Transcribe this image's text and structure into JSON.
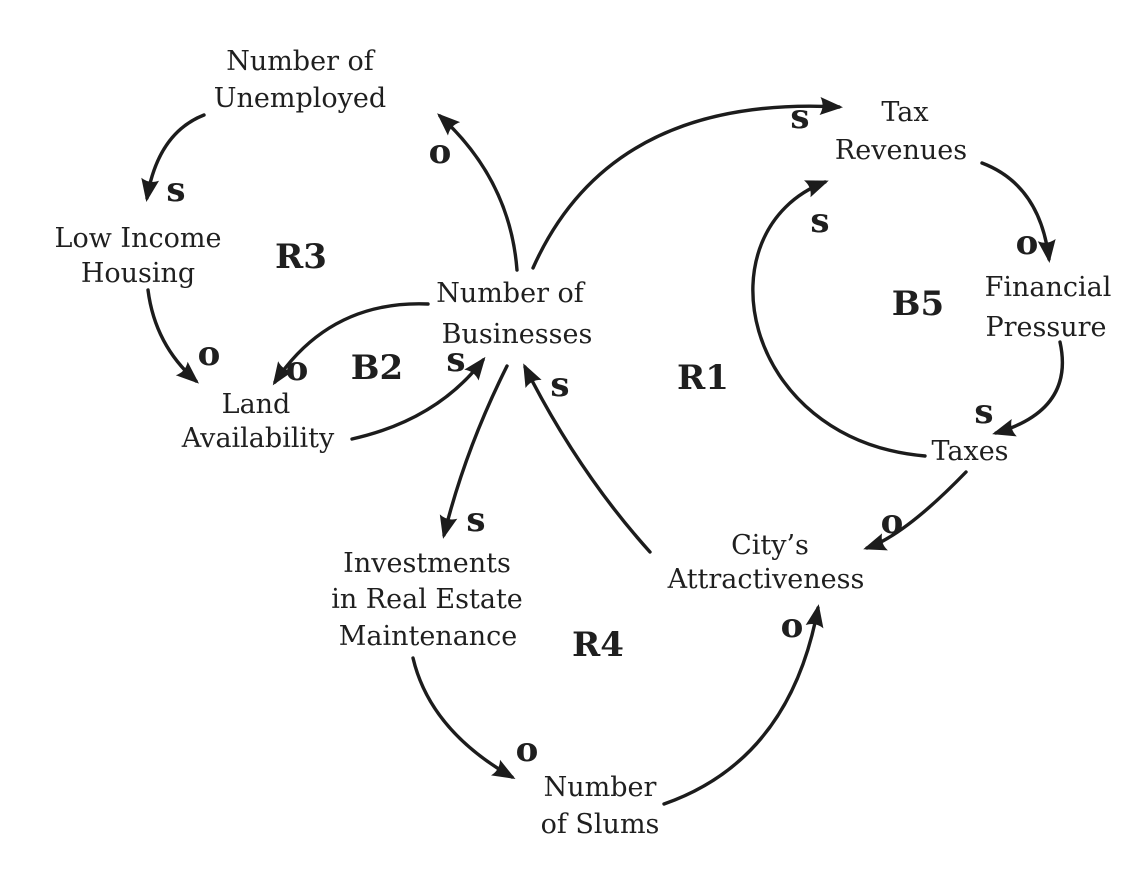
{
  "figure": {
    "type": "causal-loop-diagram",
    "background": "#ffffff",
    "ink": "#1c1c1c",
    "nodes": [
      {
        "id": "number-of-unemployed",
        "lines": [
          "Number of",
          "Unemployed"
        ]
      },
      {
        "id": "low-income-housing",
        "lines": [
          "Low Income",
          "Housing"
        ]
      },
      {
        "id": "land-availability",
        "lines": [
          "Land",
          "Availability"
        ]
      },
      {
        "id": "number-of-businesses",
        "lines": [
          "Number of",
          "Businesses"
        ]
      },
      {
        "id": "tax-revenues",
        "lines": [
          "Tax",
          "Revenues"
        ]
      },
      {
        "id": "financial-pressure",
        "lines": [
          "Financial",
          "Pressure"
        ]
      },
      {
        "id": "taxes",
        "lines": [
          "Taxes"
        ]
      },
      {
        "id": "citys-attractiveness",
        "lines": [
          "City’s",
          "Attractiveness"
        ]
      },
      {
        "id": "investments-in-real-estate-maintenance",
        "lines": [
          "Investments",
          "in Real Estate",
          "Maintenance"
        ]
      },
      {
        "id": "number-of-slums",
        "lines": [
          "Number",
          "of Slums"
        ]
      }
    ],
    "loops": [
      {
        "id": "R3",
        "label": "R3"
      },
      {
        "id": "B2",
        "label": "B2"
      },
      {
        "id": "R1",
        "label": "R1"
      },
      {
        "id": "B5",
        "label": "B5"
      },
      {
        "id": "R4",
        "label": "R4"
      }
    ],
    "links": [
      {
        "from": "number-of-unemployed",
        "to": "low-income-housing",
        "polarity": "s"
      },
      {
        "from": "low-income-housing",
        "to": "land-availability",
        "polarity": "o"
      },
      {
        "from": "number-of-businesses",
        "to": "land-availability",
        "polarity": "o"
      },
      {
        "from": "land-availability",
        "to": "number-of-businesses",
        "polarity": "s"
      },
      {
        "from": "number-of-businesses",
        "to": "number-of-unemployed",
        "polarity": "o"
      },
      {
        "from": "number-of-businesses",
        "to": "tax-revenues",
        "polarity": "s"
      },
      {
        "from": "tax-revenues",
        "to": "financial-pressure",
        "polarity": "o"
      },
      {
        "from": "financial-pressure",
        "to": "taxes",
        "polarity": "s"
      },
      {
        "from": "taxes",
        "to": "tax-revenues",
        "polarity": "s"
      },
      {
        "from": "taxes",
        "to": "citys-attractiveness",
        "polarity": "o"
      },
      {
        "from": "citys-attractiveness",
        "to": "number-of-businesses",
        "polarity": "s"
      },
      {
        "from": "number-of-businesses",
        "to": "investments-in-real-estate-maintenance",
        "polarity": "s"
      },
      {
        "from": "investments-in-real-estate-maintenance",
        "to": "number-of-slums",
        "polarity": "o"
      },
      {
        "from": "number-of-slums",
        "to": "citys-attractiveness",
        "polarity": "o"
      }
    ]
  }
}
